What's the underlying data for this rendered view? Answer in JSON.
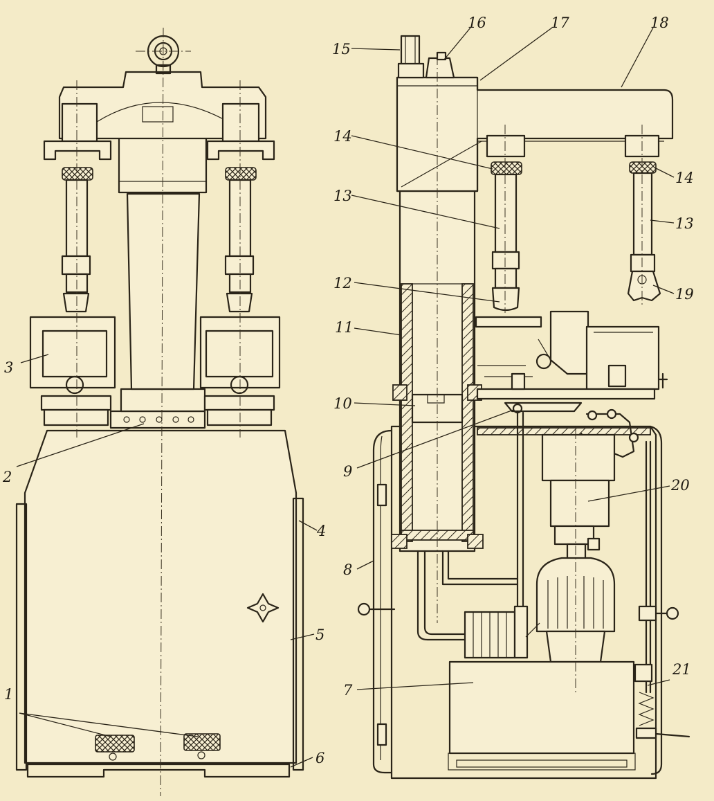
{
  "figure": {
    "callouts": [
      {
        "id": "1",
        "text": "1"
      },
      {
        "id": "2",
        "text": "2"
      },
      {
        "id": "3",
        "text": "3"
      },
      {
        "id": "4",
        "text": "4"
      },
      {
        "id": "5",
        "text": "5"
      },
      {
        "id": "6",
        "text": "6"
      },
      {
        "id": "7",
        "text": "7"
      },
      {
        "id": "8",
        "text": "8"
      },
      {
        "id": "9",
        "text": "9"
      },
      {
        "id": "10",
        "text": "10"
      },
      {
        "id": "11",
        "text": "11"
      },
      {
        "id": "12",
        "text": "12"
      },
      {
        "id": "13",
        "text": "13"
      },
      {
        "id": "14",
        "text": "14"
      },
      {
        "id": "15",
        "text": "15"
      },
      {
        "id": "16",
        "text": "16"
      },
      {
        "id": "17",
        "text": "17"
      },
      {
        "id": "18",
        "text": "18"
      },
      {
        "id": "19",
        "text": "19"
      },
      {
        "id": "20",
        "text": "20"
      },
      {
        "id": "21",
        "text": "21"
      }
    ],
    "colors": {
      "paper": "#f4ebc8",
      "ink": "#2a2418"
    }
  }
}
